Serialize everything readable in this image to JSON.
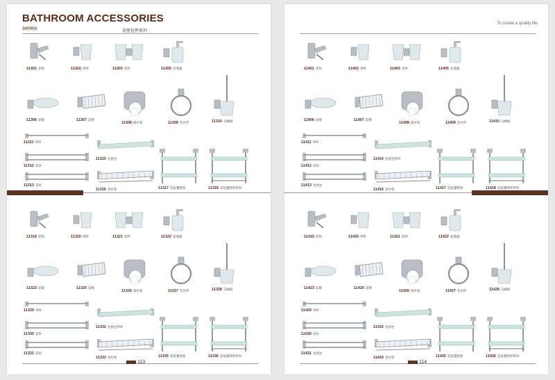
{
  "header": {
    "title": "BATHROOM ACCESSORIES",
    "series": "series",
    "series_cn": "浴室挂件系列",
    "tagline": "To create a quality life."
  },
  "pages": {
    "left_number": "113",
    "right_number": "114"
  },
  "sections": {
    "p113_top": [
      {
        "code": "11301",
        "name": "衣钩"
      },
      {
        "code": "11302",
        "name": "单杯"
      },
      {
        "code": "11303",
        "name": "双杯"
      },
      {
        "code": "11305",
        "name": "皂液器"
      },
      {
        "code": "11306",
        "name": "皂碟"
      },
      {
        "code": "11307",
        "name": "皂网"
      },
      {
        "code": "11308",
        "name": "纸巾架"
      },
      {
        "code": "11309",
        "name": "毛巾环"
      },
      {
        "code": "11310",
        "name": "马桶刷"
      },
      {
        "code": "11311",
        "name": "单杆"
      },
      {
        "code": "11312",
        "name": "双杆"
      },
      {
        "code": "11313",
        "name": "双杆"
      },
      {
        "code": "11315",
        "name": "化妆台"
      },
      {
        "code": "11316",
        "name": "浴巾架"
      },
      {
        "code": "11317",
        "name": "双层置物架"
      },
      {
        "code": "11318",
        "name": "双层置物架带杆"
      }
    ],
    "p114_top": [
      {
        "code": "11401",
        "name": "衣钩"
      },
      {
        "code": "11402",
        "name": "单杯"
      },
      {
        "code": "11403",
        "name": "双杯"
      },
      {
        "code": "11405",
        "name": "皂液器"
      },
      {
        "code": "11406",
        "name": "皂碟"
      },
      {
        "code": "11407",
        "name": "皂网"
      },
      {
        "code": "11408",
        "name": "纸巾架"
      },
      {
        "code": "11409",
        "name": "毛巾环"
      },
      {
        "code": "11410",
        "name": "马桶刷"
      },
      {
        "code": "11411",
        "name": "单杆"
      },
      {
        "code": "11412",
        "name": "双杆"
      },
      {
        "code": "11413",
        "name": "化妆台"
      },
      {
        "code": "11415",
        "name": "化妆台带杆"
      },
      {
        "code": "11416",
        "name": "浴巾架"
      },
      {
        "code": "11417",
        "name": "双层置物架"
      },
      {
        "code": "11418",
        "name": "双层置物架带杆"
      }
    ],
    "p113_bottom": [
      {
        "code": "11319",
        "name": "衣钩"
      },
      {
        "code": "11320",
        "name": "单杯"
      },
      {
        "code": "11321",
        "name": "双杯"
      },
      {
        "code": "11322",
        "name": "皂液器"
      },
      {
        "code": "11323",
        "name": "皂碟"
      },
      {
        "code": "11325",
        "name": "皂网"
      },
      {
        "code": "11326",
        "name": "纸巾架"
      },
      {
        "code": "11327",
        "name": "毛巾环"
      },
      {
        "code": "11328",
        "name": "马桶刷"
      },
      {
        "code": "11329",
        "name": "单杆"
      },
      {
        "code": "11330",
        "name": "双杆"
      },
      {
        "code": "11331",
        "name": "双杆"
      },
      {
        "code": "11332",
        "name": "化妆台带杆"
      },
      {
        "code": "11333",
        "name": "浴巾架"
      },
      {
        "code": "11335",
        "name": "双层置物架"
      },
      {
        "code": "11336",
        "name": "双层置物架带杆"
      }
    ],
    "p114_bottom": [
      {
        "code": "11419",
        "name": "衣钩"
      },
      {
        "code": "11420",
        "name": "单杯"
      },
      {
        "code": "11421",
        "name": "双杯"
      },
      {
        "code": "11422",
        "name": "皂液器"
      },
      {
        "code": "11423",
        "name": "皂碟"
      },
      {
        "code": "11425",
        "name": "皂网"
      },
      {
        "code": "11426",
        "name": "纸巾架"
      },
      {
        "code": "11427",
        "name": "毛巾环"
      },
      {
        "code": "11428",
        "name": "马桶刷"
      },
      {
        "code": "11429",
        "name": "单杆"
      },
      {
        "code": "11430",
        "name": "双杆"
      },
      {
        "code": "11431",
        "name": "化妆台"
      },
      {
        "code": "11432",
        "name": "化妆台"
      },
      {
        "code": "11433",
        "name": "浴巾架"
      },
      {
        "code": "11435",
        "name": "双层置物架"
      },
      {
        "code": "11436",
        "name": "双层置物架带杆"
      }
    ]
  }
}
